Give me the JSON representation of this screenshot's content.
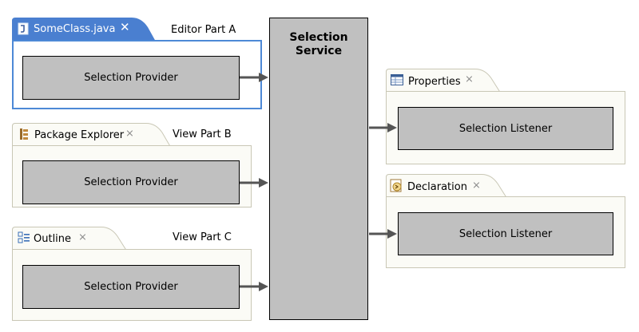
{
  "service": {
    "line1": "Selection",
    "line2": "Service"
  },
  "left_parts": [
    {
      "tab": "SomeClass.java",
      "icon": "java-file-icon",
      "part_label": "Editor Part A",
      "box_label": "Selection Provider",
      "active": true
    },
    {
      "tab": "Package Explorer",
      "icon": "package-explorer-icon",
      "part_label": "View Part B",
      "box_label": "Selection Provider",
      "active": false
    },
    {
      "tab": "Outline",
      "icon": "outline-icon",
      "part_label": "View Part C",
      "box_label": "Selection Provider",
      "active": false
    }
  ],
  "right_parts": [
    {
      "tab": "Properties",
      "icon": "properties-icon",
      "box_label": "Selection Listener"
    },
    {
      "tab": "Declaration",
      "icon": "declaration-icon",
      "box_label": "Selection Listener"
    }
  ],
  "colors": {
    "active_tab": "#4a7fd0",
    "active_border": "#4d89d6",
    "box_fill": "#c0c0c0",
    "panel_fill": "#fbfbf6",
    "arrow": "#555555"
  }
}
